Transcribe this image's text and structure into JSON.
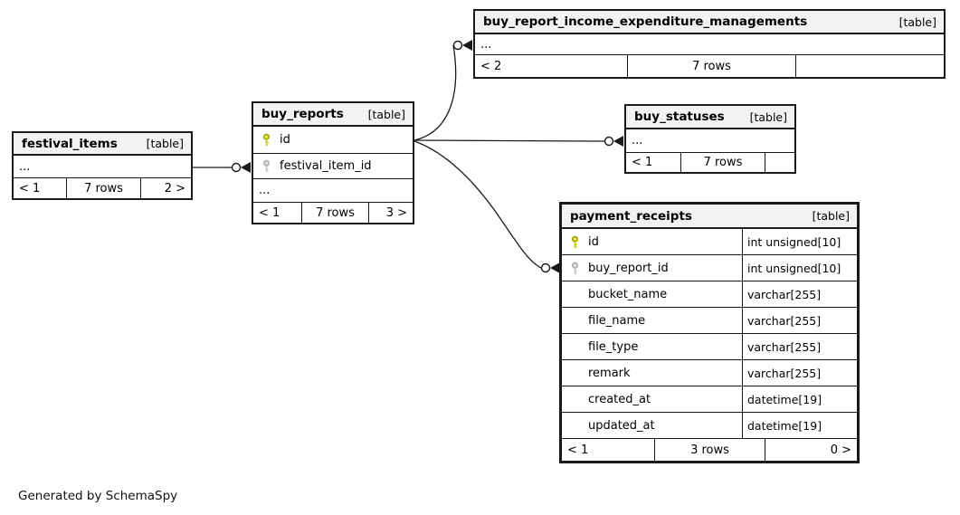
{
  "diagram": {
    "generator_note": "Generated by SchemaSpy",
    "colors": {
      "background": "#ffffff",
      "header_bg": "#f2f2f2",
      "border": "#1a1a1a",
      "pk_icon": "#cccc00",
      "pk_icon_stroke": "#999900",
      "fk_icon": "#c8c8c8",
      "fk_icon_stroke": "#aaaaaa"
    },
    "tables": [
      {
        "id": "buy_report_income_expenditure_managements",
        "name": "buy_report_income_expenditure_managements",
        "badge": "[table]",
        "emphasized": false,
        "columns": [
          {
            "name": "..."
          }
        ],
        "footer": {
          "left": "< 2",
          "center": "7 rows",
          "right": ""
        }
      },
      {
        "id": "festival_items",
        "name": "festival_items",
        "badge": "[table]",
        "emphasized": false,
        "columns": [
          {
            "name": "..."
          }
        ],
        "footer": {
          "left": "< 1",
          "center": "7 rows",
          "right": "2 >"
        }
      },
      {
        "id": "buy_reports",
        "name": "buy_reports",
        "badge": "[table]",
        "emphasized": false,
        "columns": [
          {
            "name": "id",
            "key": "primary"
          },
          {
            "name": "festival_item_id",
            "key": "foreign"
          },
          {
            "name": "..."
          }
        ],
        "footer": {
          "left": "< 1",
          "center": "7 rows",
          "right": "3 >"
        }
      },
      {
        "id": "buy_statuses",
        "name": "buy_statuses",
        "badge": "[table]",
        "emphasized": false,
        "columns": [
          {
            "name": "..."
          }
        ],
        "footer": {
          "left": "< 1",
          "center": "7 rows",
          "right": ""
        }
      },
      {
        "id": "payment_receipts",
        "name": "payment_receipts",
        "badge": "[table]",
        "emphasized": true,
        "columns": [
          {
            "name": "id",
            "type": "int unsigned[10]",
            "key": "primary"
          },
          {
            "name": "buy_report_id",
            "type": "int unsigned[10]",
            "key": "foreign"
          },
          {
            "name": "bucket_name",
            "type": "varchar[255]"
          },
          {
            "name": "file_name",
            "type": "varchar[255]"
          },
          {
            "name": "file_type",
            "type": "varchar[255]"
          },
          {
            "name": "remark",
            "type": "varchar[255]"
          },
          {
            "name": "created_at",
            "type": "datetime[19]"
          },
          {
            "name": "updated_at",
            "type": "datetime[19]"
          }
        ],
        "footer": {
          "left": "< 1",
          "center": "3 rows",
          "right": "0 >"
        }
      }
    ],
    "relationships": [
      {
        "parent": "buy_reports.id",
        "child": "buy_report_income_expenditure_managements"
      },
      {
        "parent": "buy_reports.id",
        "child": "buy_statuses"
      },
      {
        "parent": "buy_reports.id",
        "child": "payment_receipts.buy_report_id"
      },
      {
        "parent": "festival_items",
        "child": "buy_reports.festival_item_id"
      }
    ]
  }
}
